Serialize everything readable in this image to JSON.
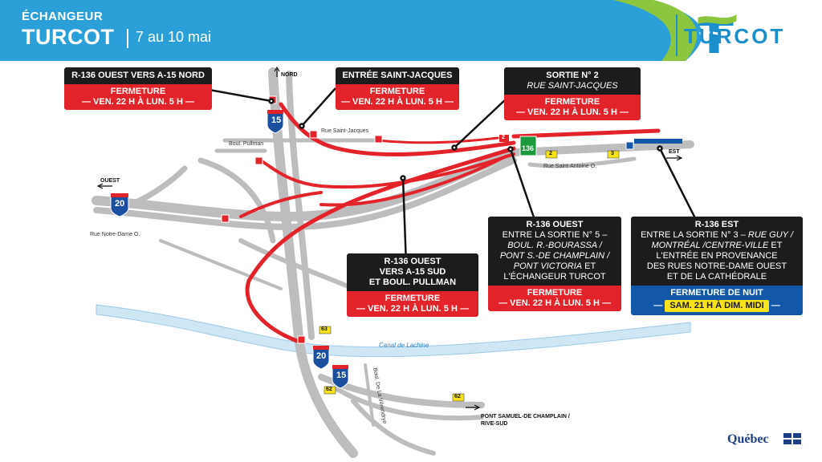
{
  "header": {
    "subtitle": "ÉCHANGEUR",
    "title": "TURCOT",
    "date": "7 au 10 mai",
    "logo_text": "TURCOT"
  },
  "boxes": {
    "box1": {
      "title": "R-136 OUEST VERS A-15 NORD",
      "status": "FERMETURE",
      "time": "— VEN. 22 H À LUN. 5 H —"
    },
    "box2": {
      "title": "ENTRÉE SAINT-JACQUES",
      "status": "FERMETURE",
      "time": "— VEN. 22 H À LUN. 5 H —"
    },
    "box3": {
      "title": "SORTIE N° 2",
      "subtitle": "RUE SAINT-JACQUES",
      "status": "FERMETURE",
      "time": "— VEN. 22 H À LUN. 5 H —"
    },
    "box4": {
      "line1": "R-136 OUEST",
      "line2": "VERS A-15 SUD",
      "line3": "ET BOUL. PULLMAN",
      "status": "FERMETURE",
      "time": "— VEN. 22 H À LUN. 5 H —"
    },
    "box5": {
      "title": "R-136 OUEST",
      "l1": "ENTRE LA SORTIE N° 5 –",
      "l2": "BOUL. R.-BOURASSA /",
      "l3": "PONT S.-DE CHAMPLAIN /",
      "l4a": "PONT VICTORIA",
      "l4b": " ET",
      "l5": "L'ÉCHANGEUR TURCOT",
      "status": "FERMETURE",
      "time": "— VEN. 22 H À LUN. 5 H —"
    },
    "box6": {
      "title": "R-136 EST",
      "l1a": "ENTRE LA SORTIE N° 3 – ",
      "l1b": "RUE GUY /",
      "l2a": "MONTRÉAL /CENTRE-VILLE",
      "l2b": " ET",
      "l3": "L'ENTRÉE EN PROVENANCE",
      "l4": "DES RUES NOTRE-DAME OUEST",
      "l5": "ET DE LA CATHÉDRALE",
      "status": "FERMETURE DE NUIT",
      "time": "SAM. 21 H À DIM. MIDI"
    }
  },
  "map_labels": {
    "nord": "NORD",
    "ouest": "OUEST",
    "est": "EST",
    "rue_saint_jacques": "Rue Saint-Jacques",
    "boul_pullman": "Boul. Pullman",
    "rue_saint_antoine": "Rue Saint-Antoine O.",
    "rue_notre_dame": "Rue Notre-Dame O.",
    "canal": "Canal de Lachine",
    "boul_de_la_verendrye": "Boul. De La Vérendrye",
    "pont_champlain_1": "PONT SAMUEL-DE CHAMPLAIN /",
    "pont_champlain_2": "RIVE-SUD"
  },
  "shields": {
    "a15_top": "15",
    "a20_left": "20",
    "a20_bottom": "20",
    "a15_bottom": "15",
    "r136": "136"
  },
  "exit_tags": {
    "e2_red": "2",
    "e2_yellow": "2",
    "e3_yellow": "3",
    "e63": "63",
    "e62_left": "62",
    "e62_right": "62"
  },
  "footer": {
    "quebec": "Québec"
  },
  "colors": {
    "header_blue": "#2a9fd8",
    "closure_red": "#e2232a",
    "night_blue": "#1358a8",
    "highlight_yellow": "#f7e21b",
    "road_gray": "#b8b8b8",
    "canal_blue": "#cfe6f4"
  }
}
